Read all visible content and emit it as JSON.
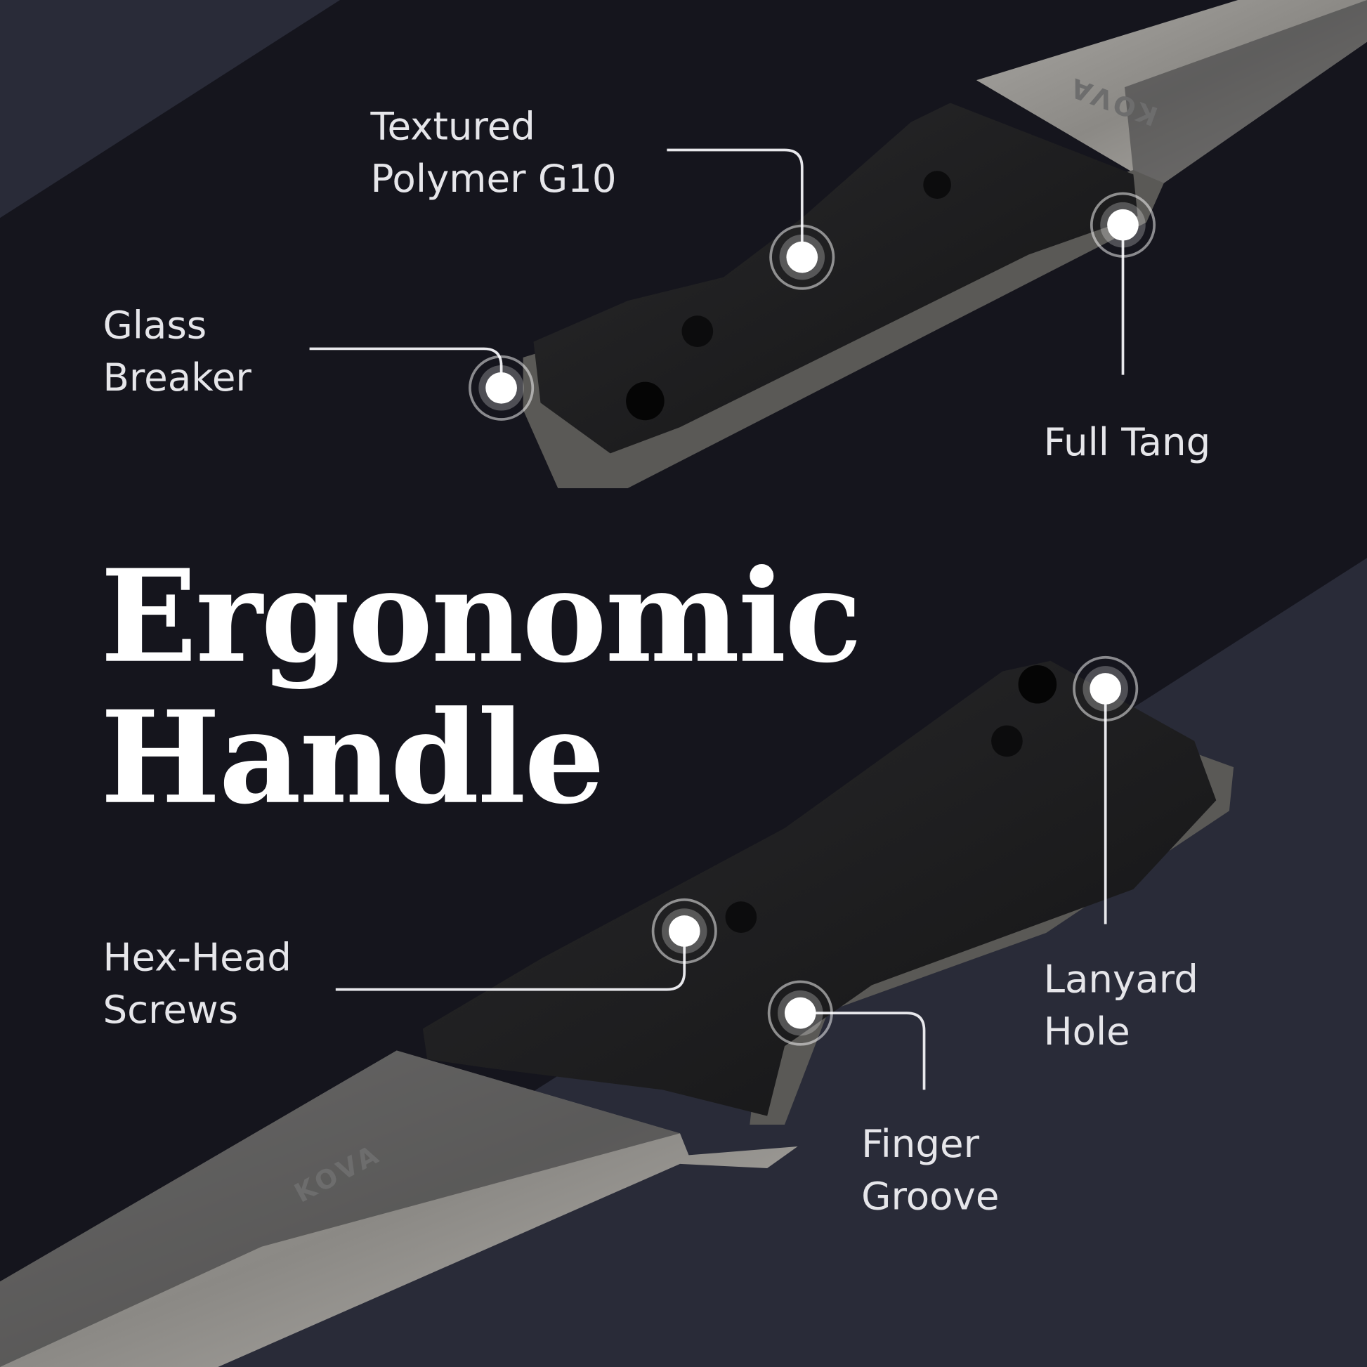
{
  "title": {
    "line1": "Ergonomic",
    "line2": "Handle"
  },
  "callouts": {
    "textured": {
      "line1": "Textured",
      "line2": "Polymer G10"
    },
    "glass": {
      "line1": "Glass",
      "line2": "Breaker"
    },
    "tang": {
      "line1": "Full Tang"
    },
    "hex": {
      "line1": "Hex-Head",
      "line2": "Screws"
    },
    "lanyard": {
      "line1": "Lanyard",
      "line2": "Hole"
    },
    "finger": {
      "line1": "Finger",
      "line2": "Groove"
    }
  },
  "brand": {
    "logo": "KOVA"
  },
  "colors": {
    "background": "#15151d",
    "accent_panel": "#292b38",
    "text": "#e6e6ea"
  }
}
